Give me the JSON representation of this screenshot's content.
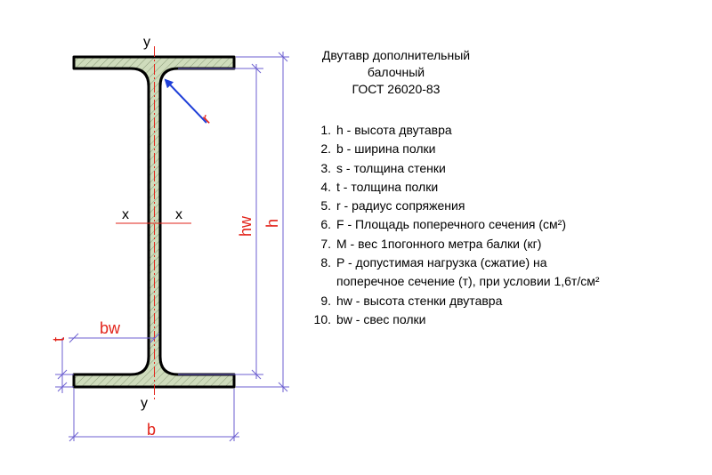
{
  "title": {
    "line1": "Двутавр дополнительный",
    "line2": "балочный",
    "line3": "ГОСТ 26020-83"
  },
  "legend": [
    {
      "num": "1.",
      "text": "h - высота двутавра"
    },
    {
      "num": "2.",
      "text": "b - ширина полки"
    },
    {
      "num": "3.",
      "text": "s - толщина стенки"
    },
    {
      "num": "4.",
      "text": "t - толщина полки"
    },
    {
      "num": "5.",
      "text": "r - радиус сопряжения"
    },
    {
      "num": "6.",
      "text": " F - Площадь поперечного сечения (см²)"
    },
    {
      "num": "7.",
      "text": "M - вес 1погонного метра балки (кг)"
    },
    {
      "num": "8.",
      "text": "P - допустимая нагрузка (сжатие) на",
      "cont": "поперечное сечение (т), при условии 1,6т/см²"
    },
    {
      "num": "9.",
      "text": "hw - высота стенки двутавра"
    },
    {
      "num": "10.",
      "text": "bw - свес полки"
    }
  ],
  "labels": {
    "y_top": "y",
    "y_bottom": "y",
    "x_left": "x",
    "x_right": "x",
    "r": "r",
    "hw": "hw",
    "h": "h",
    "bw": "bw",
    "t": "t",
    "b": "b"
  },
  "colors": {
    "section_fill": "#cfdcbc",
    "outline": "#000000",
    "dimension": "#6c5fd0",
    "axis": "#e2231a",
    "radius_arrow": "#1f3fd8",
    "label_red": "#e2231a"
  }
}
